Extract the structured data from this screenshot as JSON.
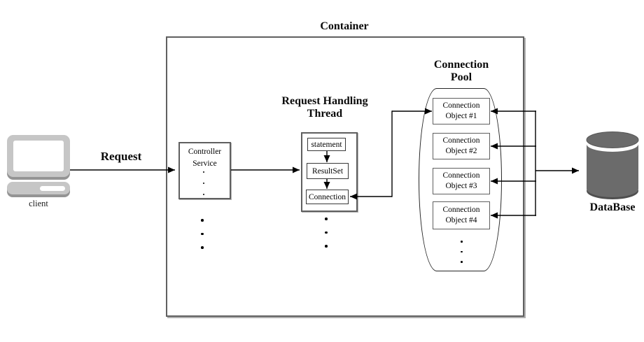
{
  "client": {
    "label": "client"
  },
  "request_label": "Request",
  "container": {
    "title": "Container"
  },
  "controller_service": {
    "line1": "Controller",
    "line2": "Service"
  },
  "request_handling_thread": {
    "title_line1": "Request Handling",
    "title_line2": "Thread",
    "inner_boxes": [
      "statement",
      "ResultSet",
      "Connection"
    ]
  },
  "connection_pool": {
    "title_line1": "Connection",
    "title_line2": "Pool",
    "objects": [
      {
        "line1": "Connection",
        "line2": "Object #1"
      },
      {
        "line1": "Connection",
        "line2": "Object #2"
      },
      {
        "line1": "Connection",
        "line2": "Object #3"
      },
      {
        "line1": "Connection",
        "line2": "Object #4"
      }
    ]
  },
  "database": {
    "label": "DataBase"
  },
  "colors": {
    "line": "#000000",
    "outer_box_border": "#5f5f5f",
    "inner_box_border": "#383838",
    "pool_outline": "#262626",
    "client_body": "#c6c6c6",
    "client_shadow": "#949494",
    "database_body": "#6b6b6b",
    "database_rim": "#4f4f4f"
  }
}
